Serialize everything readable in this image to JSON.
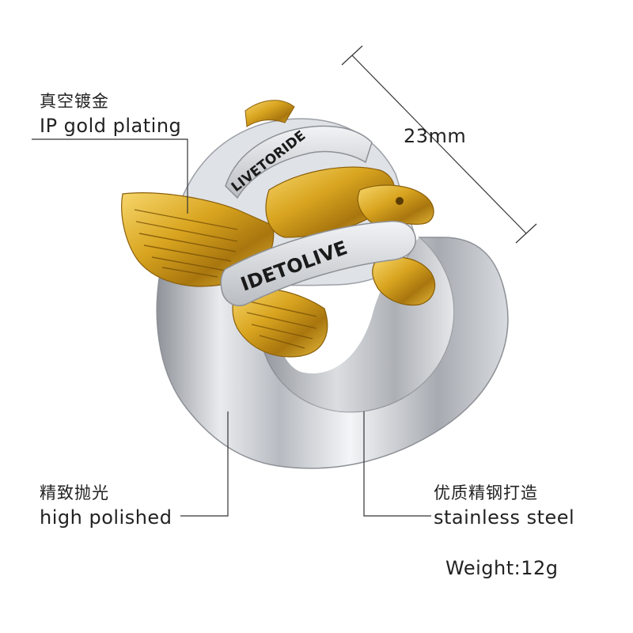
{
  "callouts": {
    "plating": {
      "cn": "真空镀金",
      "en": "IP gold plating"
    },
    "polish": {
      "cn": "精致抛光",
      "en": "high polished"
    },
    "steel": {
      "cn": "优质精钢打造",
      "en": "stainless steel"
    }
  },
  "dimension": "23mm",
  "weight": "Weight:12g",
  "engraving": {
    "upper": "LIVETORIDE",
    "lower": "IDETOLIVE"
  },
  "colors": {
    "gold": "#d9a520",
    "silver": "#c9ccd0",
    "engraving": "#1a1a1a",
    "line": "#333333"
  }
}
